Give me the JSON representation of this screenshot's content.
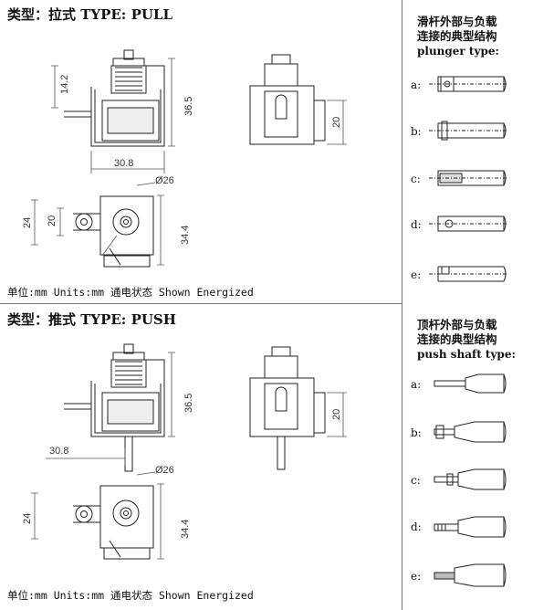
{
  "pull": {
    "title": "类型：拉式  TYPE: PULL",
    "units": "单位:mm  Units:mm     通电状态 Shown Energized",
    "dims": {
      "d1": "14.2",
      "d2": "36.5",
      "d3": "20",
      "d4": "30.8",
      "d5": "Ø26",
      "d6": "24",
      "d7": "20",
      "d8": "34.4"
    }
  },
  "push": {
    "title": "类型：推式  TYPE: PUSH",
    "units": "单位:mm  Units:mm     通电状态 Shown Energized",
    "dims": {
      "d2": "36.5",
      "d3": "20",
      "d4": "30.8",
      "d5": "Ø26",
      "d6": "24",
      "d8": "34.4"
    }
  },
  "plunger": {
    "title_line1": "滑杆外部与负载",
    "title_line2": "连接的典型结构",
    "subtitle": "plunger type:",
    "items": [
      "a:",
      "b:",
      "c:",
      "d:",
      "e:"
    ]
  },
  "pushshaft": {
    "title_line1": "顶杆外部与负载",
    "title_line2": "连接的典型结构",
    "subtitle": "push shaft type:",
    "items": [
      "a:",
      "b:",
      "c:",
      "d:",
      "e:"
    ]
  }
}
